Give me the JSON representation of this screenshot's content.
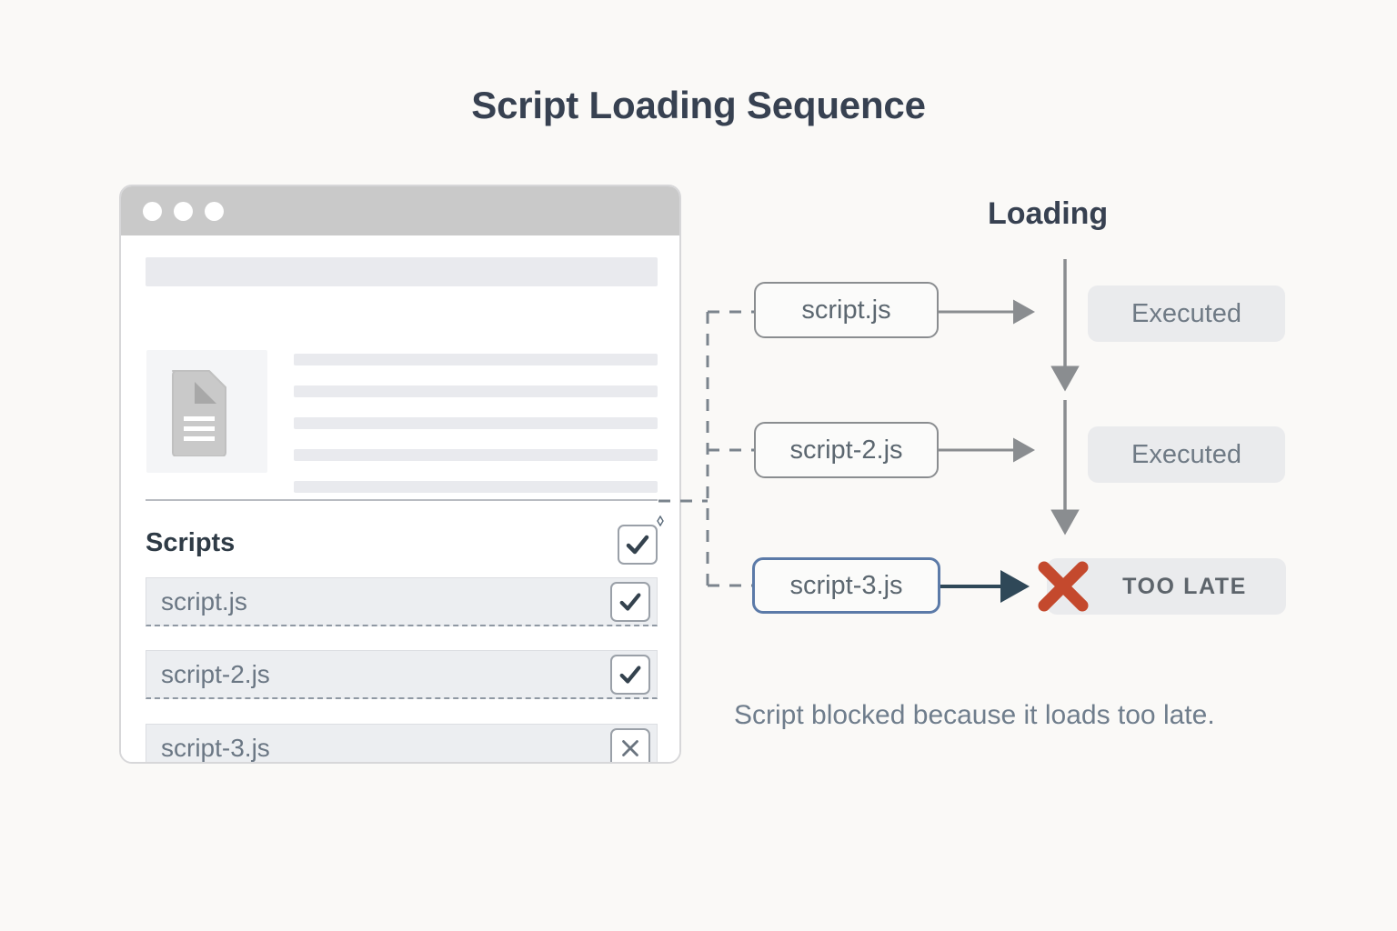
{
  "title": "Script Loading Sequence",
  "colors": {
    "background": "#faf9f7",
    "title": "#374151",
    "accent_blue": "#5b7aa8",
    "error_red": "#c4492d",
    "arrow_gray": "#8a8d90",
    "arrow_dark": "#2f4858",
    "pill_bg": "#eaebed",
    "muted_text": "#6f7d8c"
  },
  "browser": {
    "titlebar": {
      "dots": [
        "dot-1",
        "dot-2",
        "dot-3"
      ]
    },
    "placeholder": {
      "hero_bar": "hero-placeholder-bar",
      "thumbnail_icon": "document-icon",
      "text_lines": 5
    },
    "scripts_panel": {
      "heading": "Scripts",
      "heading_checkbox": {
        "state": "checked",
        "glyph": "check",
        "badge": "sparkle-marker"
      },
      "rows": [
        {
          "label": "script.js",
          "state": "checked",
          "glyph": "check"
        },
        {
          "label": "script-2.js",
          "state": "checked",
          "glyph": "check"
        },
        {
          "label": "script-3.js",
          "state": "blocked",
          "glyph": "cross"
        }
      ]
    }
  },
  "flow": {
    "timeline_label": "Loading",
    "nodes": [
      {
        "label": "script.js",
        "highlighted": false
      },
      {
        "label": "script-2.js",
        "highlighted": false
      },
      {
        "label": "script-3.js",
        "highlighted": true
      }
    ],
    "results": [
      {
        "label": "Executed",
        "status": "ok",
        "icon": ""
      },
      {
        "label": "Executed",
        "status": "ok",
        "icon": ""
      },
      {
        "label": "TOO LATE",
        "status": "error",
        "icon": "x-icon"
      }
    ],
    "caption": "Script blocked because it loads too late."
  }
}
